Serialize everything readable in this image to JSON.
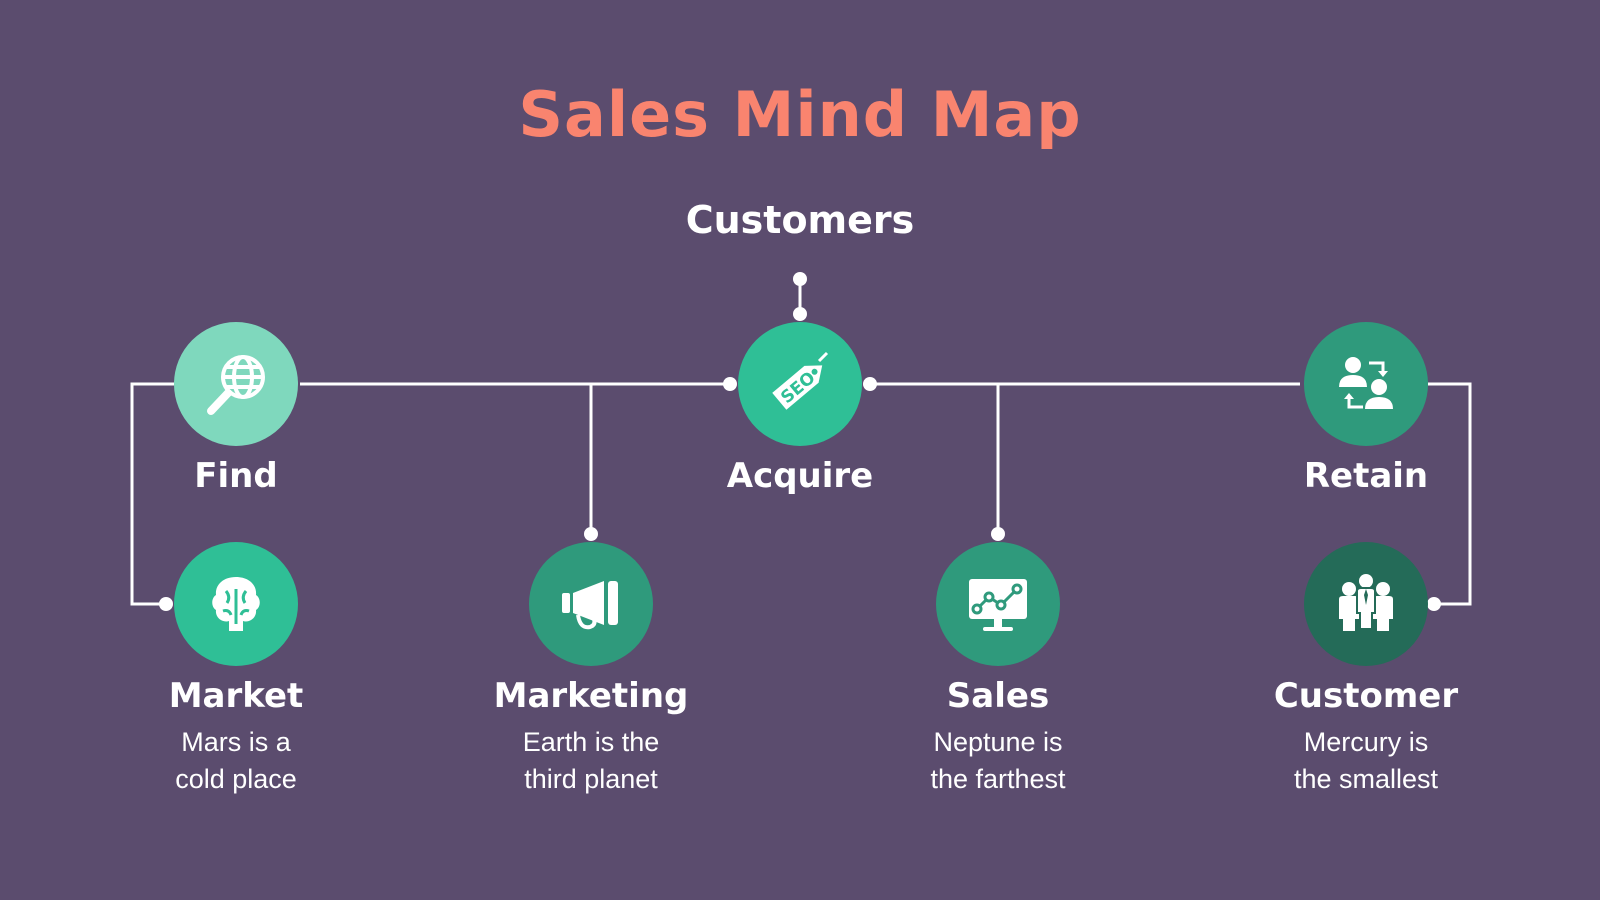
{
  "title": "Sales Mind Map",
  "subtitle": "Customers",
  "colors": {
    "background": "#5b4c6e",
    "title": "#f9846f",
    "line": "#ffffff",
    "find": "#7fd8bd",
    "acquire": "#2fbf96",
    "retain": "#2f9a7c",
    "market": "#2fbf96",
    "marketing": "#2f9a7c",
    "sales": "#2f9a7c",
    "customer": "#246b58"
  },
  "stages": {
    "find": {
      "label": "Find",
      "icon": "globe-search-icon"
    },
    "acquire": {
      "label": "Acquire",
      "icon": "seo-tag-icon"
    },
    "retain": {
      "label": "Retain",
      "icon": "user-exchange-icon"
    }
  },
  "items": {
    "market": {
      "label": "Market",
      "line1": "Mars is a",
      "line2": "cold place",
      "icon": "brain-icon"
    },
    "marketing": {
      "label": "Marketing",
      "line1": "Earth is the",
      "line2": "third planet",
      "icon": "megaphone-icon"
    },
    "sales": {
      "label": "Sales",
      "line1": "Neptune is",
      "line2": "the farthest",
      "icon": "monitor-chart-icon"
    },
    "customer": {
      "label": "Customer",
      "line1": "Mercury is",
      "line2": "the smallest",
      "icon": "team-icon"
    }
  }
}
